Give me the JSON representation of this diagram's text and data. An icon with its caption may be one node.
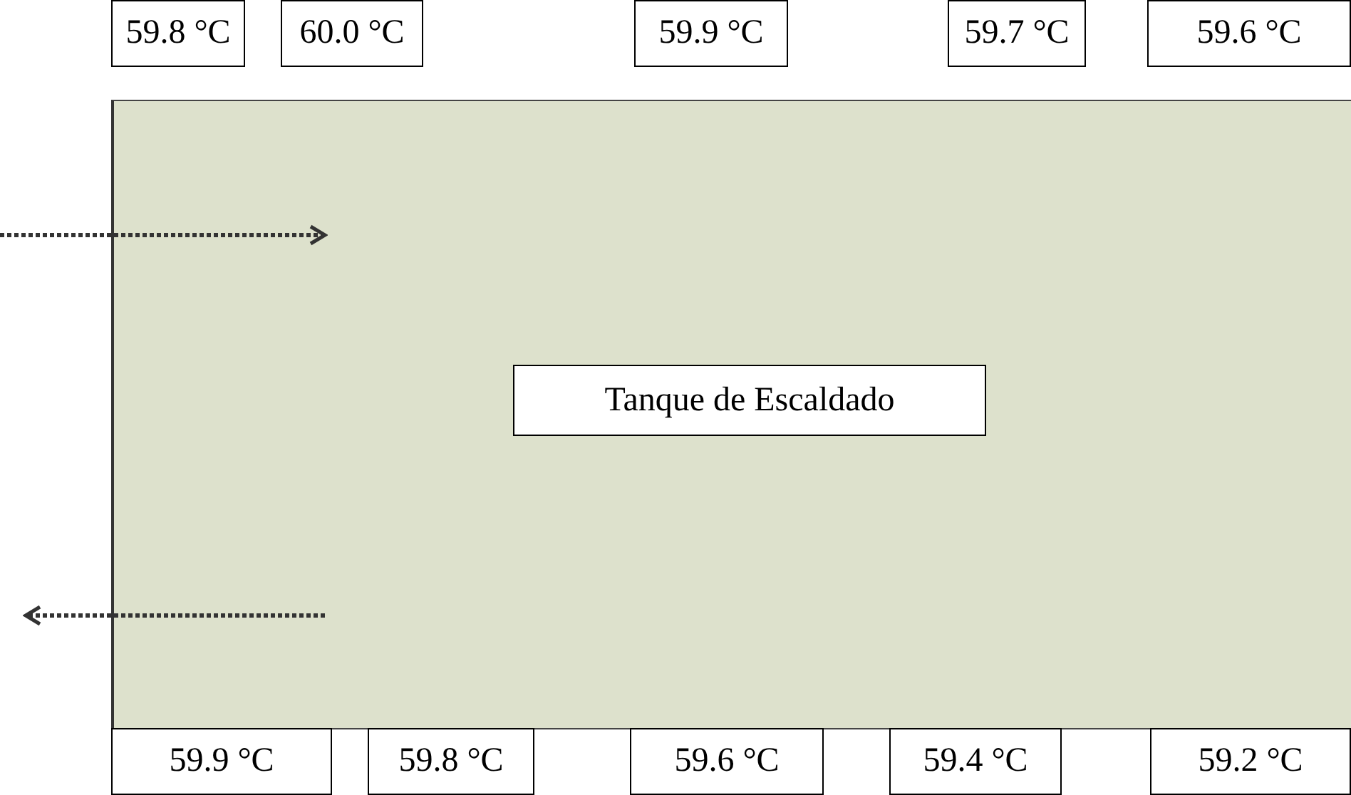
{
  "diagram": {
    "nodes": [
      {
        "text": [],
        "shape": "box"
      },
      {
        "text": [
          "Tanque de Escaldado"
        ],
        "in": 0
      },
      {
        "text": [
          "59.8 °C"
        ]
      },
      {
        "text": [
          "60.0 °C"
        ]
      },
      {
        "text": [
          "59.9 °C"
        ]
      },
      {
        "text": [
          "59.7 °C"
        ]
      },
      {
        "text": [
          "59.6 °C"
        ]
      },
      {
        "text": [
          "59.9 °C"
        ]
      },
      {
        "text": [
          "59.8 °C"
        ]
      },
      {
        "text": [
          "59.6 °C"
        ]
      },
      {
        "text": [
          "59.4 °C"
        ]
      },
      {
        "text": [
          "59.2 °C"
        ]
      }
    ]
  }
}
